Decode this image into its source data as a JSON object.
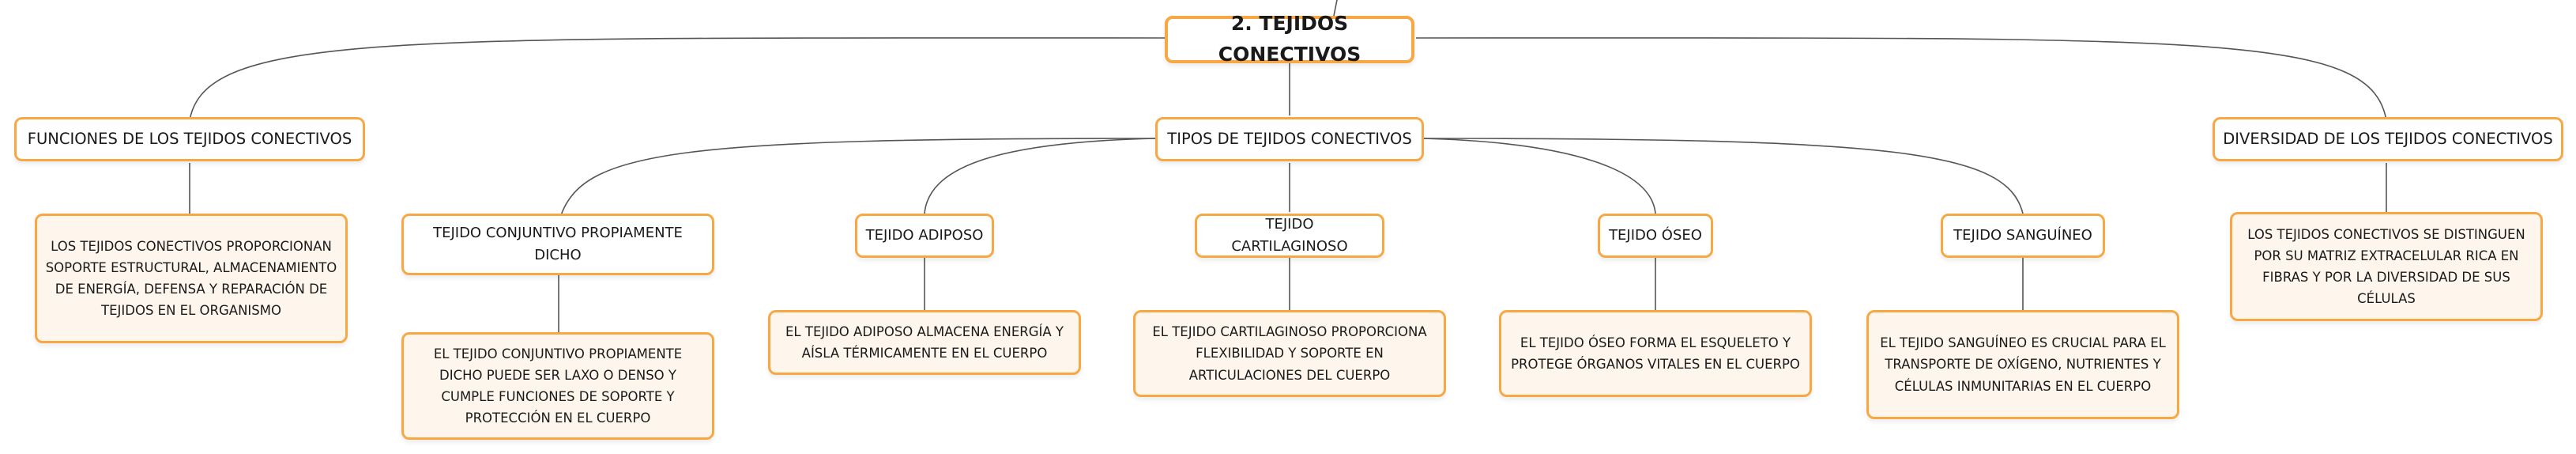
{
  "root": {
    "label": "2. TEJIDOS CONECTIVOS"
  },
  "topics": {
    "funciones": "FUNCIONES DE LOS TEJIDOS CONECTIVOS",
    "tipos": "TIPOS DE TEJIDOS CONECTIVOS",
    "diversidad": "DIVERSIDAD DE LOS TEJIDOS CONECTIVOS"
  },
  "tipos": {
    "conjuntivo": "TEJIDO CONJUNTIVO PROPIAMENTE DICHO",
    "adiposo": "TEJIDO ADIPOSO",
    "cartilaginoso": "TEJIDO CARTILAGINOSO",
    "oseo": "TEJIDO ÓSEO",
    "sanguineo": "TEJIDO SANGUÍNEO"
  },
  "details": {
    "funciones": "LOS TEJIDOS CONECTIVOS PROPORCIONAN SOPORTE ESTRUCTURAL, ALMACENAMIENTO DE ENERGÍA, DEFENSA Y REPARACIÓN DE TEJIDOS EN EL ORGANISMO",
    "conjuntivo": "EL TEJIDO CONJUNTIVO PROPIAMENTE DICHO PUEDE SER LAXO O DENSO Y CUMPLE FUNCIONES DE SOPORTE Y PROTECCIÓN EN EL CUERPO",
    "adiposo": "EL TEJIDO ADIPOSO ALMACENA ENERGÍA Y AÍSLA TÉRMICAMENTE EN EL CUERPO",
    "cartilaginoso": "EL TEJIDO CARTILAGINOSO PROPORCIONA FLEXIBILIDAD Y SOPORTE EN ARTICULACIONES DEL CUERPO",
    "oseo": "EL TEJIDO ÓSEO FORMA EL ESQUELETO Y PROTEGE ÓRGANOS VITALES EN EL CUERPO",
    "sanguineo": "EL TEJIDO SANGUÍNEO ES CRUCIAL PARA EL TRANSPORTE DE OXÍGENO, NUTRIENTES Y CÉLULAS INMUNITARIAS EN EL CUERPO",
    "diversidad": "LOS TEJIDOS CONECTIVOS SE DISTINGUEN POR SU MATRIZ EXTRACELULAR RICA EN FIBRAS Y POR LA DIVERSIDAD DE SUS CÉLULAS"
  },
  "colors": {
    "node_border": "#f7a845",
    "leaf_fill": "#fef5ec",
    "connector": "#555555"
  }
}
